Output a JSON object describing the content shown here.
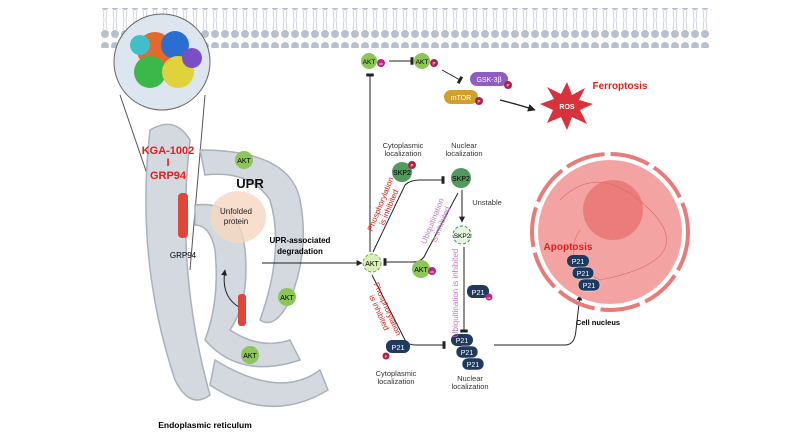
{
  "drug": {
    "line1": "KGA-1002",
    "line2": "I",
    "line3": "GRP94"
  },
  "er": {
    "title": "Endoplasmic reticulum",
    "upr": "UPR",
    "unfolded1": "Unfolded",
    "unfolded2": "protein",
    "grp94": "GRP94"
  },
  "proteins": {
    "akt": "AKT",
    "skp2": "SKP2",
    "p21": "P21",
    "gsk": "GSK-3β",
    "mtor": "mTOR",
    "ros": "ROS",
    "p": "P",
    "ub": "ub"
  },
  "labels": {
    "upr_deg1": "UPR-associated",
    "upr_deg2": "degradation",
    "cyto1": "Cytoplasmic",
    "cyto2": "localization",
    "nuc1": "Nuclear",
    "nuc2": "localization",
    "unstable": "Unstable",
    "phos_inh1": "Phosphorylation",
    "phos_inh2": "is inhibited",
    "ubi_inh1": "Ubiquitination",
    "ubi_inh2": "is inhibited",
    "ubi_inh_long": "Ubiquitination is inhibited",
    "ferroptosis": "Ferroptosis",
    "apoptosis": "Apoptosis",
    "cell_nucleus": "Cell nucleus"
  },
  "colors": {
    "red": "#e0201b",
    "purple": "#c27bc4",
    "akt_green": "#8cc55a",
    "skp2_green": "#4f9a5c",
    "p21_navy": "#1f3a5f",
    "ros": "#d8323c",
    "nucleus": "#f4a3a3"
  }
}
